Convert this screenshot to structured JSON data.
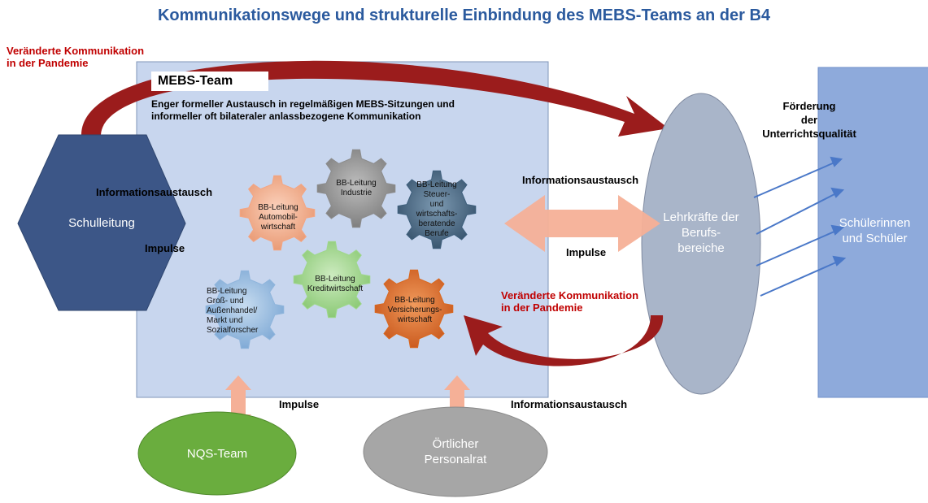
{
  "title": "Kommunikationswege und strukturelle Einbindung des MEBS-Teams an der B4",
  "red_label_top": [
    "Veränderte Kommunikation",
    "in der Pandemie"
  ],
  "red_label_bottom": [
    "Veränderte Kommunikation",
    "in der Pandemie"
  ],
  "mebs": {
    "title": "MEBS-Team",
    "desc": [
      "Enger formeller Austausch in regelmäßigen  MEBS-Sitzungen und",
      "informeller oft bilateraler anlassbezogene Kommunikation"
    ]
  },
  "labels": {
    "info_left": "Informationsaustausch",
    "impulse_left": "Impulse",
    "info_right": "Informationsaustausch",
    "impulse_right": "Impulse",
    "impulse_bottom": "Impulse",
    "info_bottom": "Informationsaustausch",
    "foerderung": [
      "Förderung",
      "der",
      "Unterrichtsqualität"
    ]
  },
  "nodes": {
    "schulleitung": "Schulleitung",
    "lehrkraefte": [
      "Lehrkräfte der",
      "Berufs-",
      "bereiche"
    ],
    "schueler": [
      "Schülerinnen",
      "und Schüler"
    ],
    "nqs": "NQS-Team",
    "personalrat": [
      "Örtlicher",
      "Personalrat"
    ]
  },
  "gears": [
    {
      "id": "industrie",
      "lines": [
        "BB-Leitung",
        "Industrie"
      ],
      "color": "#8c8c8c"
    },
    {
      "id": "automobil",
      "lines": [
        "BB-Leitung",
        "Automobil-",
        "wirtschaft"
      ],
      "color": "#f4a582"
    },
    {
      "id": "steuer",
      "lines": [
        "BB-Leitung",
        "Steuer-",
        "und",
        "wirtschafts-",
        "beratende",
        "Berufe"
      ],
      "color": "#3e5f7c"
    },
    {
      "id": "kredit",
      "lines": [
        "BB-Leitung",
        "Kreditwirtschaft"
      ],
      "color": "#9fd78c"
    },
    {
      "id": "gross",
      "lines": [
        "BB-Leitung",
        "Groß- und",
        "Außenhandel/",
        "Markt und",
        "Sozialforscher"
      ],
      "color": "#8fb5dc"
    },
    {
      "id": "versicherung",
      "lines": [
        "BB-Leitung",
        "Versicherungs-",
        "wirtschaft"
      ],
      "color": "#d9681f"
    }
  ],
  "colors": {
    "title": "#2b5a9e",
    "red_text": "#c00000",
    "mebs_box": "#c8d6ee",
    "schulleitung": "#3c5687",
    "lehrkraefte": "#a9b5c9",
    "schueler": "#8eaadb",
    "nqs": "#6aad3e",
    "personalrat": "#a6a6a6",
    "arrow_peach": "#f5b097",
    "curve_arrow": "#9b1c1c",
    "blue_arrow": "#4a78c8"
  }
}
